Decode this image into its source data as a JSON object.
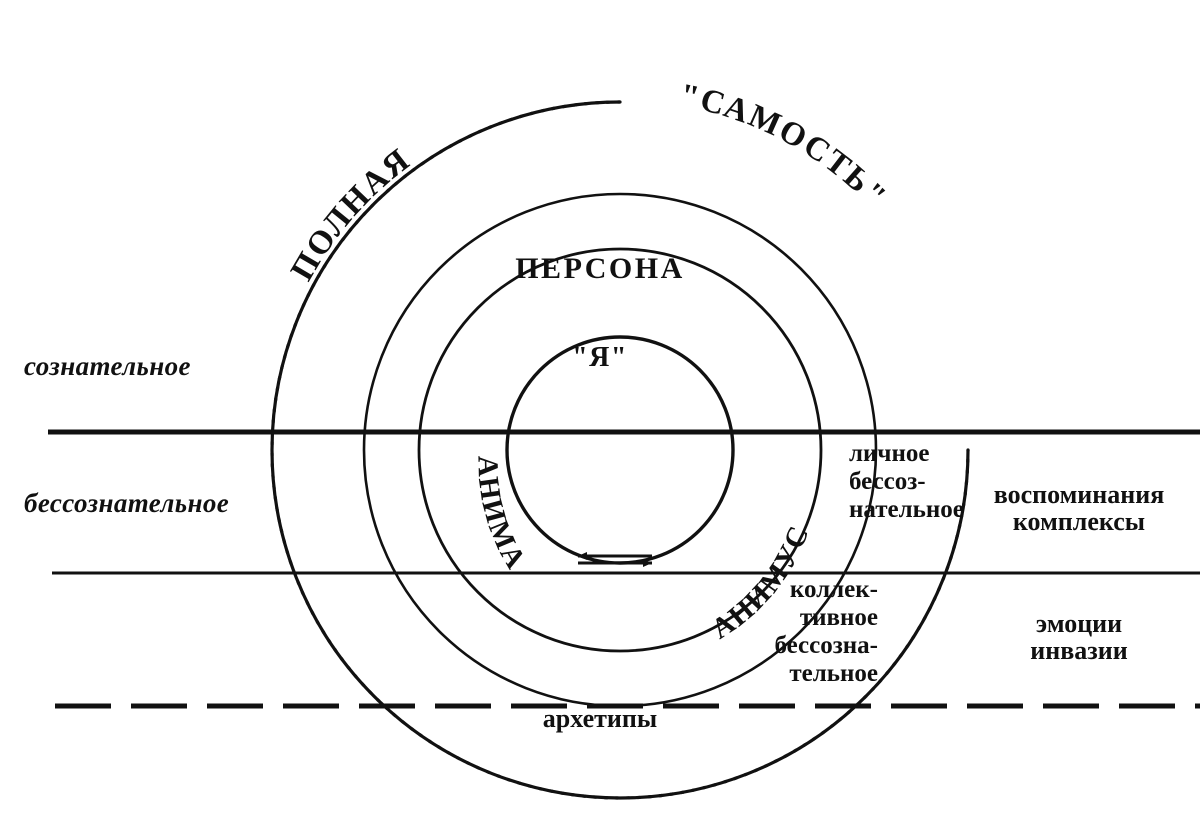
{
  "diagram": {
    "title_parts": {
      "full": "ПОЛНАЯ",
      "self": "\"САМОСТЬ\""
    },
    "circles": {
      "ego": "\"Я\"",
      "persona": "ПЕРСОНА",
      "anima": "АНИМА",
      "animus": "АНИМУС"
    },
    "left_axis_labels": {
      "conscious": "сознательное",
      "unconscious": "бессознательное"
    },
    "zones": {
      "personal_unconscious": [
        "личное",
        "бессоз-",
        "нательное"
      ],
      "collective_unconscious": [
        "коллек-",
        "тивное",
        "бессозна-",
        "тельное"
      ],
      "archetypes": "архетипы"
    },
    "right_annotations": {
      "upper": [
        "воспоминания",
        "комплексы"
      ],
      "lower": [
        "эмоции",
        "инвазии"
      ]
    },
    "colors": {
      "ink": "#111111",
      "background": "#ffffff"
    }
  }
}
